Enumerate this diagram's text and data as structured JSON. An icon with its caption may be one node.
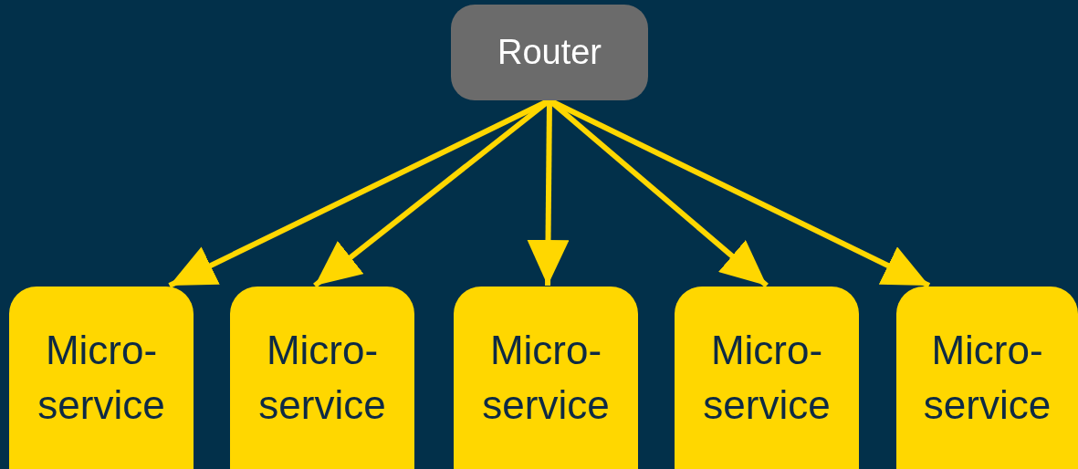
{
  "diagram": {
    "nodes": [
      {
        "text": [
          "Router"
        ]
      },
      {
        "text": [
          "Micro- service"
        ]
      },
      {
        "text": [
          "Micro- service"
        ]
      },
      {
        "text": [
          "Micro- service"
        ]
      },
      {
        "text": [
          "Micro- service"
        ]
      },
      {
        "text": [
          "Micro- service"
        ]
      }
    ],
    "edges": [
      {
        "from": 0,
        "to": 1,
        "arrow": "to"
      },
      {
        "from": 0,
        "to": 2,
        "arrow": "to"
      },
      {
        "from": 0,
        "to": 3,
        "arrow": "to"
      },
      {
        "from": 0,
        "to": 4,
        "arrow": "to"
      },
      {
        "from": 0,
        "to": 5,
        "arrow": "to"
      }
    ]
  }
}
